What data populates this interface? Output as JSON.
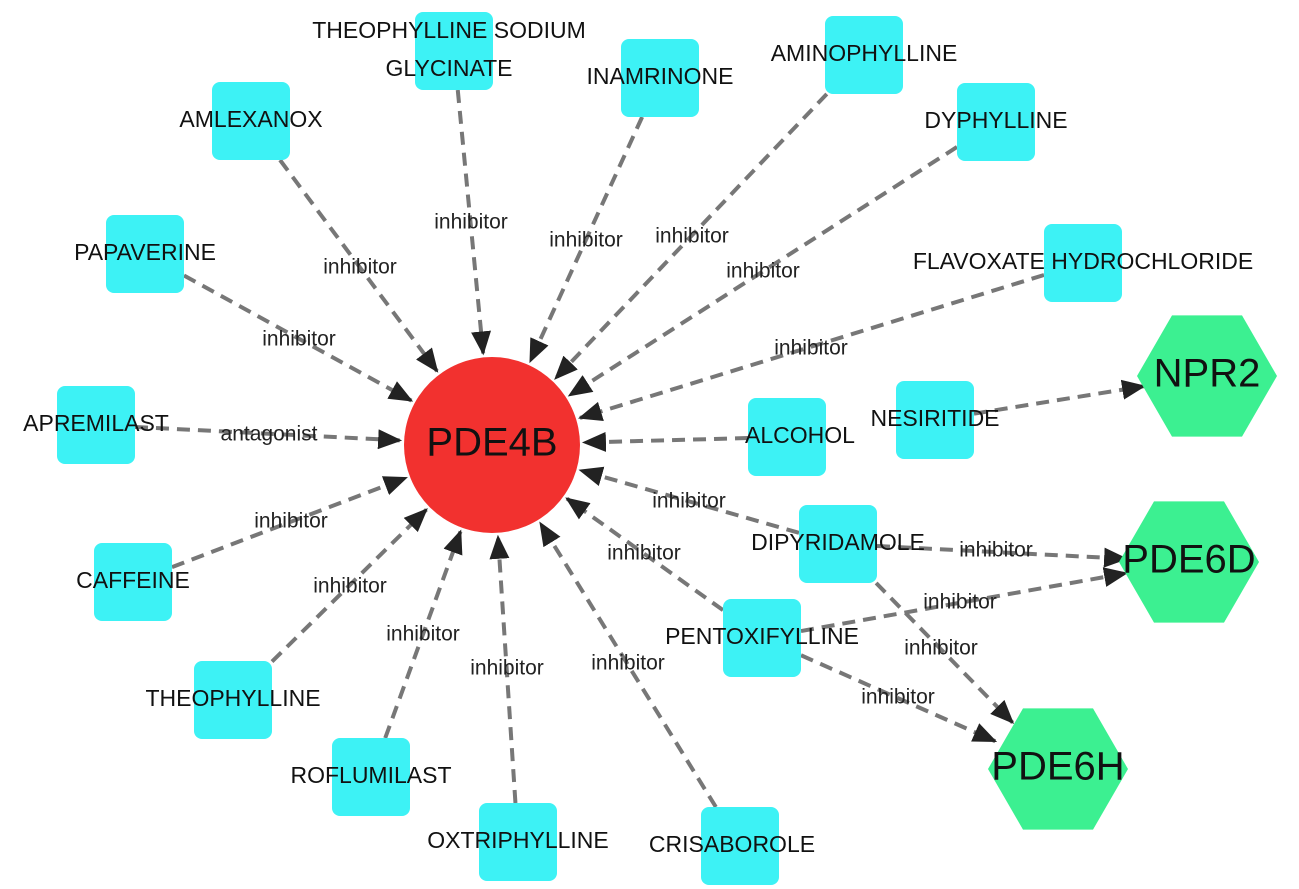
{
  "colors": {
    "drug_node": "#3df2f5",
    "hub_node": "#f2312f",
    "target_node": "#3cf091",
    "edge": "#777777"
  },
  "hub": {
    "id": "PDE4B",
    "label": "PDE4B"
  },
  "drugs": [
    {
      "id": "theophylline_sodium_glycinate",
      "label": [
        "THEOPHYLLINE SODIUM",
        "GLYCINATE"
      ]
    },
    {
      "id": "inamrinone",
      "label": [
        "INAMRINONE"
      ]
    },
    {
      "id": "aminophylline",
      "label": [
        "AMINOPHYLLINE"
      ]
    },
    {
      "id": "dyphylline",
      "label": [
        "DYPHYLLINE"
      ]
    },
    {
      "id": "amlexanox",
      "label": [
        "AMLEXANOX"
      ]
    },
    {
      "id": "papaverine",
      "label": [
        "PAPAVERINE"
      ]
    },
    {
      "id": "flavoxate",
      "label": [
        "FLAVOXATE HYDROCHLORIDE"
      ]
    },
    {
      "id": "apremilast",
      "label": [
        "APREMILAST"
      ]
    },
    {
      "id": "nesiritide",
      "label": [
        "NESIRITIDE"
      ]
    },
    {
      "id": "alcohol",
      "label": [
        "ALCOHOL"
      ]
    },
    {
      "id": "dipyridamole",
      "label": [
        "DIPYRIDAMOLE"
      ]
    },
    {
      "id": "caffeine",
      "label": [
        "CAFFEINE"
      ]
    },
    {
      "id": "pentoxifylline",
      "label": [
        "PENTOXIFYLLINE"
      ]
    },
    {
      "id": "theophylline",
      "label": [
        "THEOPHYLLINE"
      ]
    },
    {
      "id": "roflumilast",
      "label": [
        "ROFLUMILAST"
      ]
    },
    {
      "id": "oxtriphylline",
      "label": [
        "OXTRIPHYLLINE"
      ]
    },
    {
      "id": "crisaborole",
      "label": [
        "CRISABOROLE"
      ]
    }
  ],
  "targets": [
    {
      "id": "NPR2",
      "label": "NPR2"
    },
    {
      "id": "PDE6D",
      "label": "PDE6D"
    },
    {
      "id": "PDE6H",
      "label": "PDE6H"
    }
  ],
  "edges": [
    {
      "from": "theophylline_sodium_glycinate",
      "to": "PDE4B",
      "label": "inhibitor"
    },
    {
      "from": "inamrinone",
      "to": "PDE4B",
      "label": "inhibitor"
    },
    {
      "from": "aminophylline",
      "to": "PDE4B",
      "label": "inhibitor"
    },
    {
      "from": "dyphylline",
      "to": "PDE4B",
      "label": "inhibitor"
    },
    {
      "from": "amlexanox",
      "to": "PDE4B",
      "label": "inhibitor"
    },
    {
      "from": "papaverine",
      "to": "PDE4B",
      "label": "inhibitor"
    },
    {
      "from": "flavoxate",
      "to": "PDE4B",
      "label": "inhibitor"
    },
    {
      "from": "apremilast",
      "to": "PDE4B",
      "label": "antagonist"
    },
    {
      "from": "alcohol",
      "to": "PDE4B",
      "label": ""
    },
    {
      "from": "nesiritide",
      "to": "NPR2",
      "label": ""
    },
    {
      "from": "dipyridamole",
      "to": "PDE4B",
      "label": "inhibitor"
    },
    {
      "from": "dipyridamole",
      "to": "PDE6D",
      "label": "inhibitor"
    },
    {
      "from": "dipyridamole",
      "to": "PDE6H",
      "label": "inhibitor"
    },
    {
      "from": "caffeine",
      "to": "PDE4B",
      "label": "inhibitor"
    },
    {
      "from": "pentoxifylline",
      "to": "PDE4B",
      "label": "inhibitor"
    },
    {
      "from": "pentoxifylline",
      "to": "PDE6D",
      "label": "inhibitor"
    },
    {
      "from": "pentoxifylline",
      "to": "PDE6H",
      "label": "inhibitor"
    },
    {
      "from": "theophylline",
      "to": "PDE4B",
      "label": "inhibitor"
    },
    {
      "from": "roflumilast",
      "to": "PDE4B",
      "label": "inhibitor"
    },
    {
      "from": "oxtriphylline",
      "to": "PDE4B",
      "label": "inhibitor"
    },
    {
      "from": "crisaborole",
      "to": "PDE4B",
      "label": "inhibitor"
    }
  ]
}
